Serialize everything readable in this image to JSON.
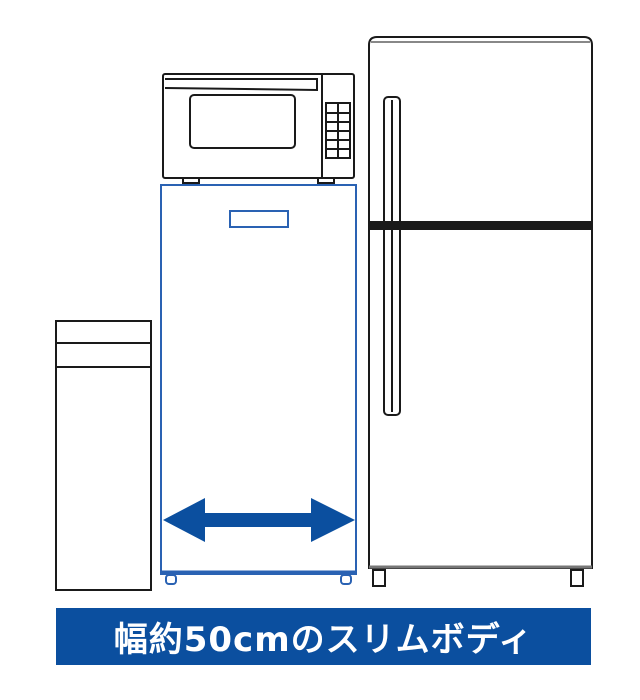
{
  "caption": "幅約50cmのスリムボディ",
  "colors": {
    "accent": "#0b4f9f",
    "line": "#1a1a1a",
    "fridge_outline": "#2a62b3"
  },
  "icons": [
    "small-cabinet-illustration",
    "microwave-illustration",
    "slim-fridge-illustration",
    "width-arrow-icon",
    "large-fridge-illustration"
  ]
}
